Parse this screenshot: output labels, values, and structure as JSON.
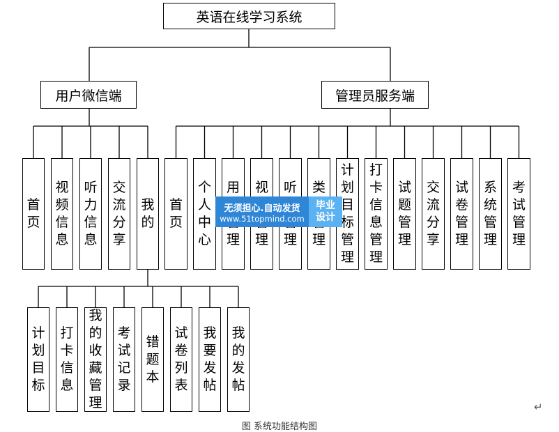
{
  "root": {
    "label": "英语在线学习系统"
  },
  "user_client": {
    "label": "用户微信端",
    "children": [
      "首页",
      "视频信息",
      "听力信息",
      "交流分享",
      "我的"
    ],
    "my_children": [
      "计划目标",
      "打卡信息",
      "我的收藏管理",
      "考试记录",
      "错题本",
      "试卷列表",
      "我要发帖",
      "我的发帖"
    ]
  },
  "admin_client": {
    "label": "管理员服务端",
    "children": [
      "首页",
      "个人中心",
      "用户管理",
      "视频管理",
      "听力管理",
      "类型管理",
      "计划目标管理",
      "打卡信息管理",
      "试题管理",
      "交流分享",
      "试卷管理",
      "系统管理",
      "考试管理"
    ]
  },
  "watermark": {
    "line1": "无须担心.自动发货",
    "line2": "www.51topmind.com",
    "tag": "毕业设计"
  },
  "caption": "图 系统功能结构图",
  "paragraph_mark": "↵"
}
